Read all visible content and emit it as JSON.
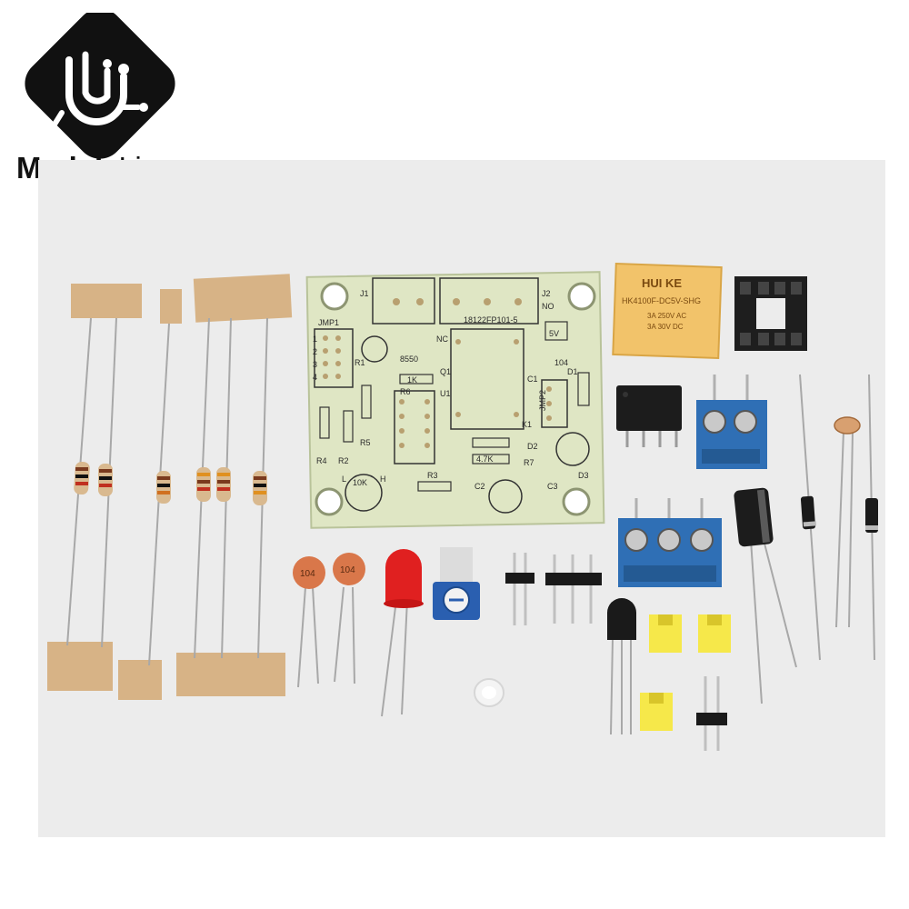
{
  "brand": {
    "name_part1": "Module",
    "name_part2": "Live",
    "logo_icon": "circuit-u-icon",
    "logo_color": "#111111"
  },
  "photo": {
    "background": "#ececec",
    "pcb_labels": [
      "J1",
      "J2",
      "NO",
      "NC",
      "JMP1",
      "JMP2",
      "8550",
      "Q1",
      "R1",
      "R2",
      "R3",
      "R4",
      "R5",
      "R6",
      "R7",
      "U1",
      "D1",
      "D2",
      "D3",
      "C1",
      "C2",
      "C3",
      "K1",
      "1K",
      "10K",
      "4.7K",
      "104",
      "5V",
      "L",
      "H",
      "18122FP101-5"
    ],
    "pin_numbers": [
      "1",
      "2",
      "3",
      "4"
    ],
    "relay": {
      "brand": "HUI KE",
      "model": "HK4100F-DC5V-SHG",
      "rating1": "3A 250V AC",
      "rating2": "3A 30V DC"
    },
    "ceramic_cap_label": "104"
  }
}
